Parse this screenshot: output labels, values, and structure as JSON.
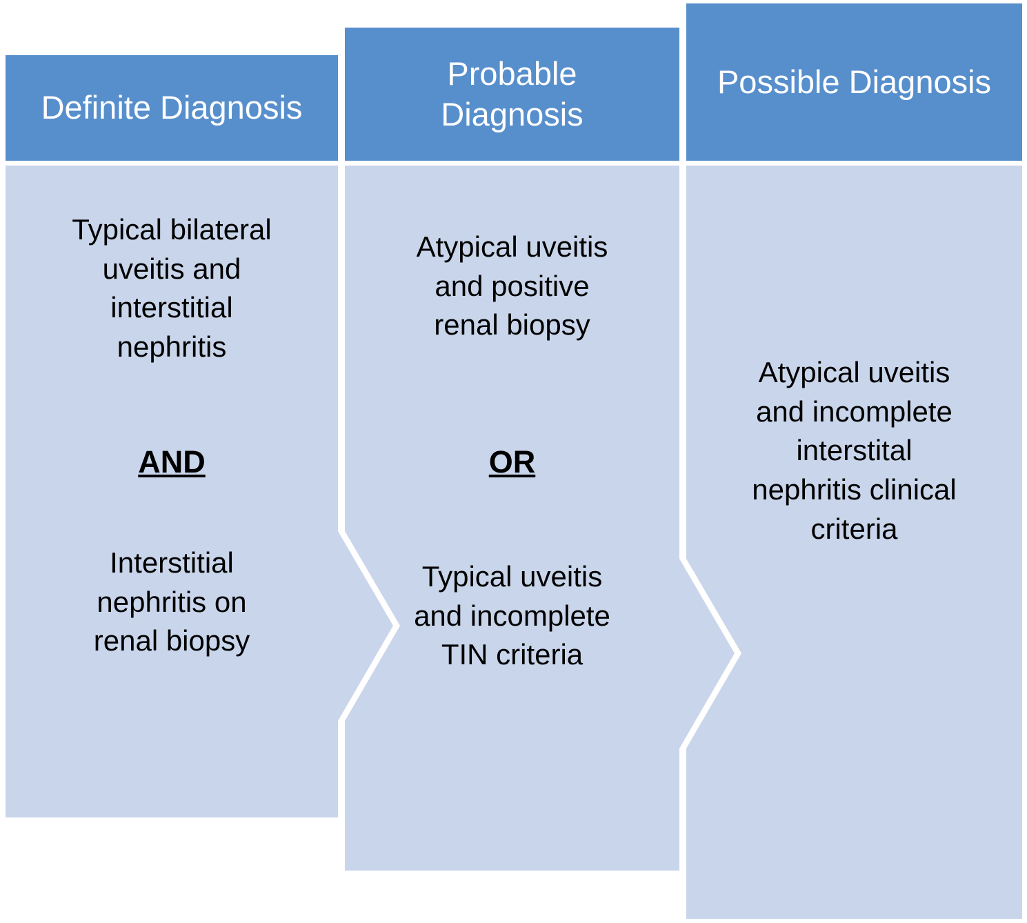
{
  "colors": {
    "page_bg": "#ffffff",
    "header_bg": "#578fcc",
    "body_bg": "#c9d5ea",
    "header_text": "#ffffff",
    "body_text": "#000000"
  },
  "columns": [
    {
      "header": "Definite Diagnosis",
      "block1": "Typical bilateral\nuveitis and\ninterstitial\nnephritis",
      "connector": "AND",
      "block2": "Interstitial\nnephritis on\nrenal biopsy"
    },
    {
      "header": "Probable\nDiagnosis",
      "block1": "Atypical uveitis\nand positive\nrenal biopsy",
      "connector": "OR",
      "block2": "Typical uveitis\nand incomplete\nTIN criteria"
    },
    {
      "header": "Possible Diagnosis",
      "block1": "Atypical uveitis\nand incomplete\ninterstital\nnephritis clinical\ncriteria",
      "connector": "",
      "block2": ""
    }
  ]
}
